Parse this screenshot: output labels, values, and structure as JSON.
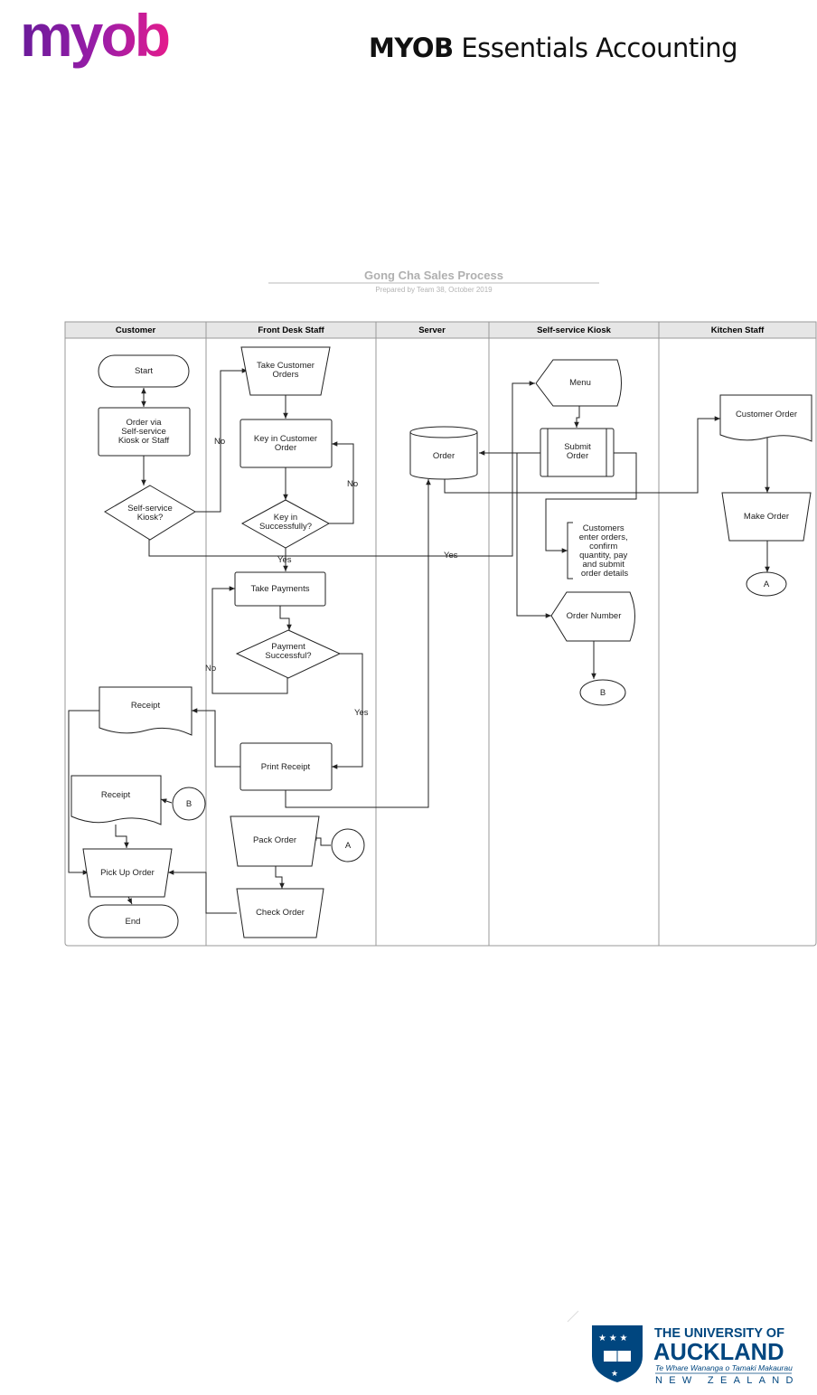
{
  "header": {
    "logo_text": "myob",
    "title_bold": "MYOB",
    "title_rest": "Essentials Accounting"
  },
  "diagram": {
    "title": "Gong Cha Sales Process",
    "subtitle": "Prepared by Team 38, October 2019",
    "lanes": [
      "Customer",
      "Front Desk Staff",
      "Server",
      "Self-service Kiosk",
      "Kitchen Staff"
    ],
    "nodes": {
      "start": "Start",
      "order_via": [
        "Order via",
        "Self-service",
        "Kiosk or Staff"
      ],
      "self_service_q": [
        "Self-service",
        "Kiosk?"
      ],
      "take_customer_orders": [
        "Take Customer",
        "Orders"
      ],
      "key_in_order": [
        "Key in Customer",
        "Order"
      ],
      "key_in_q": [
        "Key in",
        "Successfully?"
      ],
      "take_payments": "Take Payments",
      "payment_q": [
        "Payment",
        "Successful?"
      ],
      "print_receipt": "Print Receipt",
      "receipt_1": "Receipt",
      "receipt_2": "Receipt",
      "pick_up_order": "Pick Up Order",
      "end": "End",
      "pack_order": "Pack Order",
      "check_order": "Check Order",
      "order_db": "Order",
      "menu": "Menu",
      "submit_order": [
        "Submit",
        "Order"
      ],
      "kiosk_note": [
        "Customers",
        "enter orders,",
        "confirm",
        "quantity, pay",
        "and submit",
        "order details"
      ],
      "order_number": "Order Number",
      "customer_order": "Customer Order",
      "make_order": "Make Order",
      "connector_a": "A",
      "connector_b": "B"
    },
    "edge_labels": {
      "yes": "Yes",
      "no": "No"
    }
  },
  "footer": {
    "uni_line1": "THE UNIVERSITY OF",
    "uni_line2": "AUCKLAND",
    "uni_line3": "Te Whare Wananga o Tamaki Makaurau",
    "uni_line4": "NEW ZEALAND"
  },
  "colors": {
    "myob_purple": "#7b1fa2",
    "myob_magenta": "#e0188c",
    "uoa_blue": "#00467f"
  }
}
